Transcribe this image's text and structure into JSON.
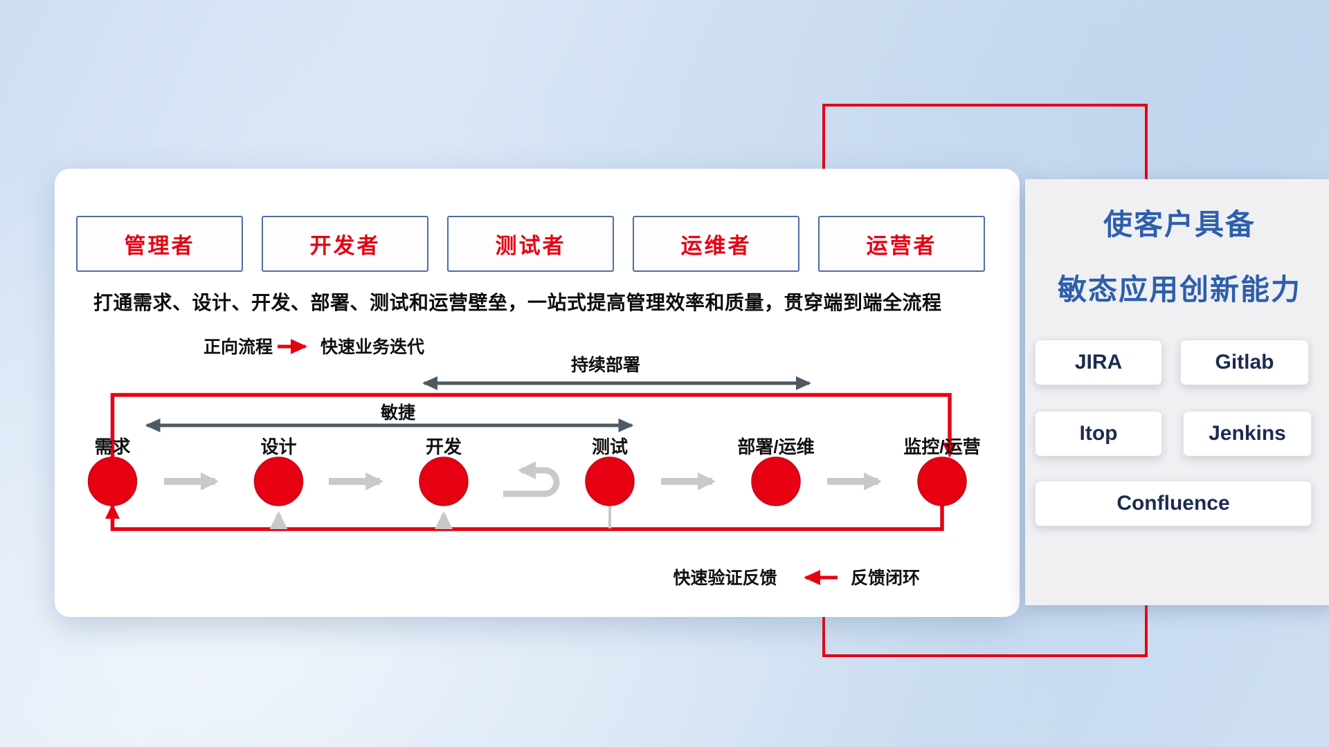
{
  "colors": {
    "red": "#e60012",
    "dark": "#4d5a66",
    "gray": "#c9c9c9",
    "blue": "#2d5fac",
    "navy": "#1b2b50"
  },
  "roles": [
    "管理者",
    "开发者",
    "测试者",
    "运维者",
    "运营者"
  ],
  "subtitle": "打通需求、设计、开发、部署、测试和运营壁垒，一站式提高管理效率和质量，贯穿端到端全流程",
  "legend_forward": {
    "label": "正向流程",
    "desc": "快速业务迭代"
  },
  "legend_feedback": {
    "label": "快速验证反馈",
    "desc": "反馈闭环"
  },
  "span_arrows": {
    "continuous_deployment": "持续部署",
    "agile": "敏捷"
  },
  "nodes": [
    "需求",
    "设计",
    "开发",
    "测试",
    "部署/运维",
    "监控/运营"
  ],
  "panel": {
    "title_line1": "使客户具备",
    "title_line2": "敏态应用创新能力",
    "tools": [
      "JIRA",
      "Gitlab",
      "Itop",
      "Jenkins",
      "Confluence"
    ]
  }
}
